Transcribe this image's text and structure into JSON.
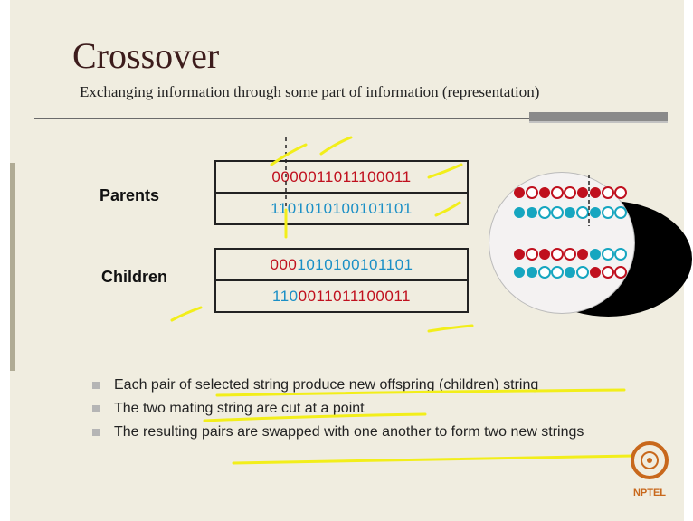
{
  "slide": {
    "title": "Crossover",
    "subtitle": "Exchanging information through some part of information (representation)"
  },
  "parents": {
    "label": "Parents",
    "row1": {
      "left": "000",
      "right": "0011011100011"
    },
    "row2": {
      "left": "110",
      "right": "1010100101101"
    }
  },
  "children": {
    "label": "Children",
    "row1": {
      "left": "000",
      "right": "1010100101101"
    },
    "row2": {
      "left": "110",
      "right": "0011011100011"
    }
  },
  "bullets": [
    "Each pair of selected string produce new offspring (children) string",
    "The two mating string are cut at a point",
    "The resulting pairs are swapped with one another to form two new strings"
  ],
  "logo": {
    "text": "NPTEL"
  },
  "colors": {
    "red": "#c0101e",
    "blue": "#1a8fc6",
    "highlighter": "#f2ee1a",
    "title": "#3d1c1c"
  }
}
